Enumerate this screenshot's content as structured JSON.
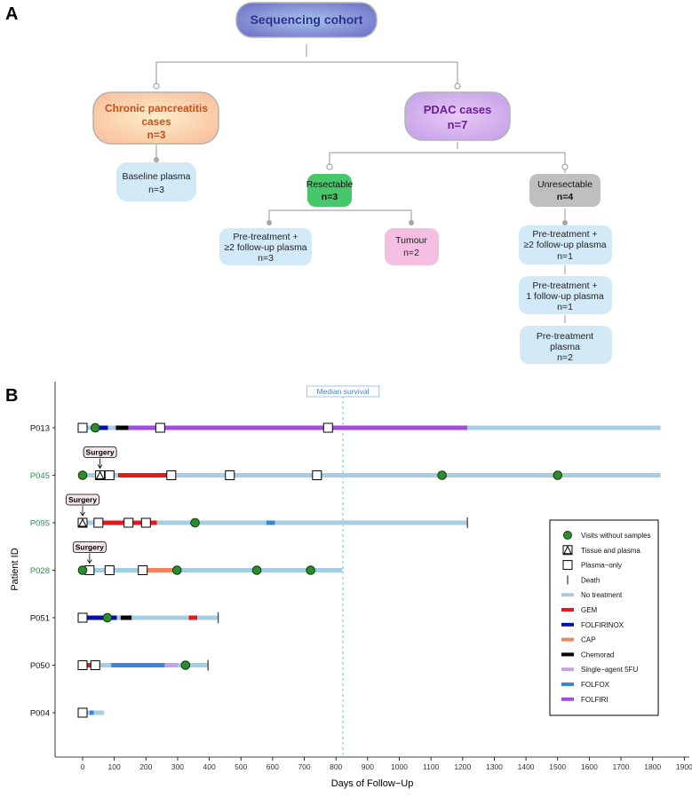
{
  "panelA": {
    "label": "A",
    "root": {
      "title": "Sequencing cohort",
      "color": "#27338f"
    },
    "cp": {
      "line1": "Chronic pancreatitis",
      "line2": "cases",
      "n": "n=3",
      "color": "#c7501a"
    },
    "pdac": {
      "line1": "PDAC cases",
      "n": "n=7",
      "color": "#6c1d9c"
    },
    "baseline": {
      "line1": "Baseline plasma",
      "n": "n=3"
    },
    "resectable": {
      "line1": "Resectable",
      "n": "n=3"
    },
    "unresectable": {
      "line1": "Unresectable",
      "n": "n=4"
    },
    "res_pre": {
      "line1": "Pre-treatment +",
      "line2": "≥2 follow-up plasma",
      "n": "n=3"
    },
    "tumour": {
      "line1": "Tumour",
      "n": "n=2"
    },
    "un_pre2": {
      "line1": "Pre-treatment +",
      "line2": "≥2 follow-up plasma",
      "n": "n=1"
    },
    "un_pre1": {
      "line1": "Pre-treatment +",
      "line2": "1 follow-up plasma",
      "n": "n=1"
    },
    "un_pre0": {
      "line1": "Pre-treatment",
      "line2": "plasma",
      "n": "n=2"
    }
  },
  "chart_data": {
    "type": "swimmer",
    "panel_label": "B",
    "xlabel": "Days of Follow−Up",
    "ylabel": "Patient ID",
    "xlim": [
      -80,
      1900
    ],
    "xticks": [
      0,
      100,
      200,
      300,
      400,
      500,
      600,
      700,
      800,
      900,
      1000,
      1100,
      1200,
      1300,
      1400,
      1500,
      1600,
      1700,
      1800,
      1900
    ],
    "median_survival": {
      "label": "Median survival",
      "x": 822
    },
    "surgery_label": "Surgery",
    "treatment_colors": {
      "No treatment": "#a6cee3",
      "GEM": "#e31a1c",
      "FOLFIRINOX": "#0a0fa8",
      "CAP": "#f4845f",
      "Chemorad": "#000000",
      "Single-agent 5FU": "#c9a0e8",
      "FOLFOX": "#3a87d9",
      "FOLFIRI": "#a04cdc"
    },
    "patients": [
      {
        "id": "P013",
        "resected": false,
        "death": null,
        "segments": [
          {
            "start": 0,
            "end": 38,
            "treatment": "No treatment"
          },
          {
            "start": 38,
            "end": 80,
            "treatment": "FOLFIRINOX"
          },
          {
            "start": 80,
            "end": 105,
            "treatment": "No treatment"
          },
          {
            "start": 105,
            "end": 145,
            "treatment": "Chemorad"
          },
          {
            "start": 145,
            "end": 1215,
            "treatment": "FOLFIRI"
          },
          {
            "start": 1215,
            "end": 1825,
            "treatment": "No treatment"
          }
        ],
        "plasma": [
          0,
          245,
          775
        ],
        "tissue": [],
        "visits": [
          40
        ],
        "surgery": null
      },
      {
        "id": "P045",
        "resected": true,
        "death": null,
        "segments": [
          {
            "start": 0,
            "end": 112,
            "treatment": "No treatment"
          },
          {
            "start": 112,
            "end": 280,
            "treatment": "GEM"
          },
          {
            "start": 280,
            "end": 1825,
            "treatment": "No treatment"
          }
        ],
        "plasma": [
          85,
          280,
          465,
          740
        ],
        "tissue": [
          55
        ],
        "visits": [
          0,
          1135,
          1500
        ],
        "surgery": 55
      },
      {
        "id": "P095",
        "resected": true,
        "death": 1215,
        "segments": [
          {
            "start": 0,
            "end": 65,
            "treatment": "No treatment"
          },
          {
            "start": 65,
            "end": 235,
            "treatment": "GEM"
          },
          {
            "start": 235,
            "end": 580,
            "treatment": "No treatment"
          },
          {
            "start": 580,
            "end": 608,
            "treatment": "FOLFOX"
          },
          {
            "start": 608,
            "end": 1215,
            "treatment": "No treatment"
          }
        ],
        "plasma": [
          50,
          145,
          200
        ],
        "tissue": [
          0
        ],
        "visits": [
          355
        ],
        "surgery": 0
      },
      {
        "id": "P028",
        "resected": true,
        "death": null,
        "segments": [
          {
            "start": 0,
            "end": 205,
            "treatment": "No treatment"
          },
          {
            "start": 205,
            "end": 290,
            "treatment": "CAP"
          },
          {
            "start": 290,
            "end": 820,
            "treatment": "No treatment"
          }
        ],
        "plasma": [
          22,
          85,
          190
        ],
        "tissue": [],
        "visits": [
          0,
          298,
          550,
          720
        ],
        "surgery": 22
      },
      {
        "id": "P051",
        "resected": false,
        "death": 428,
        "segments": [
          {
            "start": 0,
            "end": 12,
            "treatment": "No treatment"
          },
          {
            "start": 12,
            "end": 108,
            "treatment": "FOLFIRINOX"
          },
          {
            "start": 108,
            "end": 120,
            "treatment": "No treatment"
          },
          {
            "start": 120,
            "end": 155,
            "treatment": "Chemorad"
          },
          {
            "start": 155,
            "end": 335,
            "treatment": "No treatment"
          },
          {
            "start": 335,
            "end": 362,
            "treatment": "GEM"
          },
          {
            "start": 362,
            "end": 428,
            "treatment": "No treatment"
          }
        ],
        "plasma": [
          0
        ],
        "tissue": [],
        "visits": [
          78
        ],
        "surgery": null
      },
      {
        "id": "P050",
        "resected": false,
        "death": 396,
        "segments": [
          {
            "start": 0,
            "end": 12,
            "treatment": "No treatment"
          },
          {
            "start": 12,
            "end": 48,
            "treatment": "GEM"
          },
          {
            "start": 48,
            "end": 90,
            "treatment": "No treatment"
          },
          {
            "start": 90,
            "end": 260,
            "treatment": "FOLFOX"
          },
          {
            "start": 260,
            "end": 300,
            "treatment": "Single-agent 5FU"
          },
          {
            "start": 300,
            "end": 396,
            "treatment": "No treatment"
          }
        ],
        "plasma": [
          0,
          40
        ],
        "tissue": [],
        "visits": [
          325
        ],
        "surgery": null
      },
      {
        "id": "P004",
        "resected": false,
        "death": null,
        "segments": [
          {
            "start": 0,
            "end": 22,
            "treatment": "No treatment"
          },
          {
            "start": 22,
            "end": 35,
            "treatment": "FOLFOX"
          },
          {
            "start": 35,
            "end": 68,
            "treatment": "No treatment"
          }
        ],
        "plasma": [
          0
        ],
        "tissue": [],
        "visits": [],
        "surgery": null
      }
    ],
    "legend": {
      "placement": "right",
      "markers": [
        {
          "label": "Visits without samples",
          "kind": "visit"
        },
        {
          "label": "Tissue and plasma",
          "kind": "tissue"
        },
        {
          "label": "Plasma−only",
          "kind": "plasma"
        },
        {
          "label": "Death",
          "kind": "death"
        }
      ],
      "treatments": [
        "No treatment",
        "GEM",
        "FOLFIRINOX",
        "CAP",
        "Chemorad",
        "Single−agent 5FU",
        "FOLFOX",
        "FOLFIRI"
      ]
    }
  }
}
